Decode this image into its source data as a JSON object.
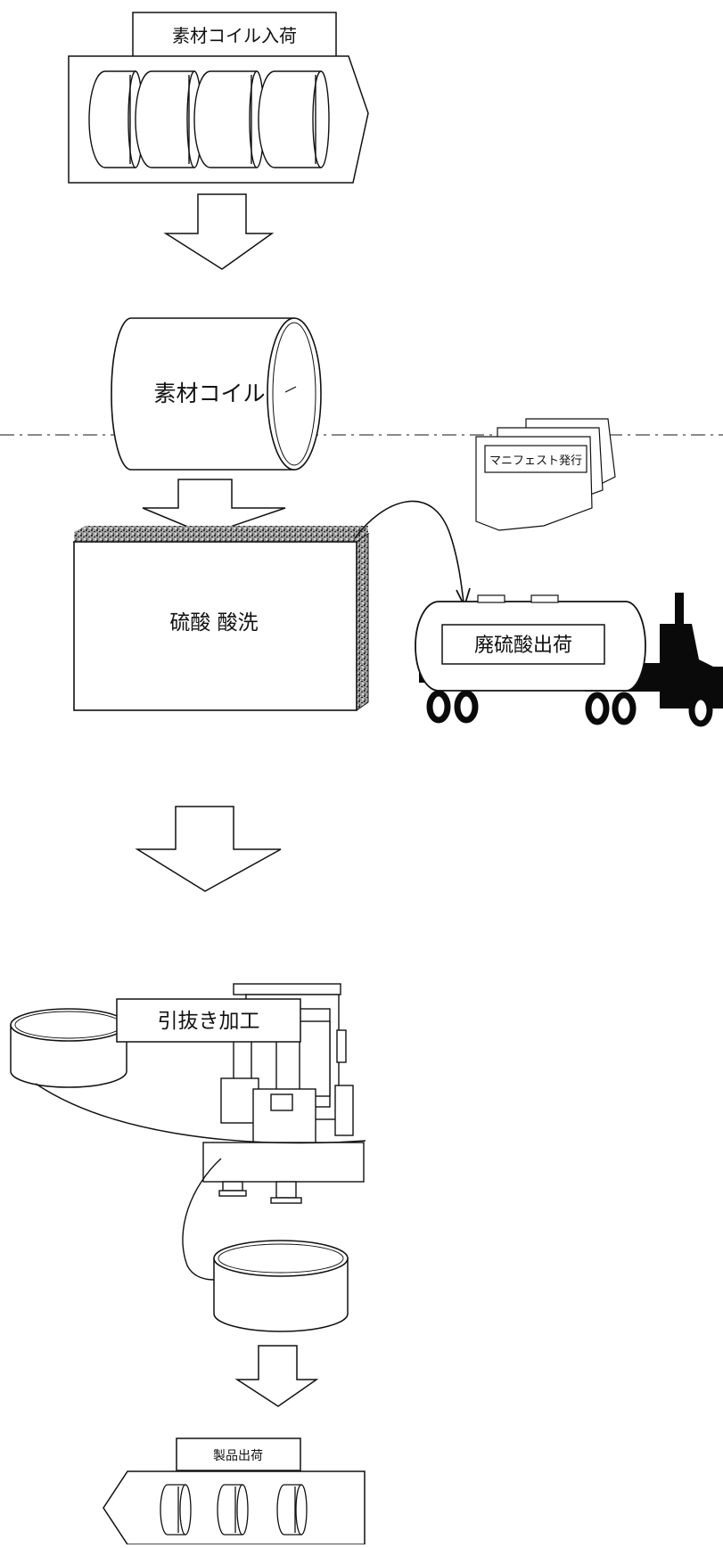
{
  "labels": {
    "coil_arrival": "素材コイル入荷",
    "raw_coil": "素材コイル",
    "manifest": "マニフェスト発行",
    "pickling": "硫酸 酸洗",
    "waste_acid": "廃硫酸出荷",
    "drawing": "引抜き加工",
    "product_ship": "製品出荷"
  },
  "colors": {
    "stroke": "#111111",
    "truck": "#0a0a0a",
    "speckle": "#6e6e6e",
    "background": "#ffffff"
  }
}
